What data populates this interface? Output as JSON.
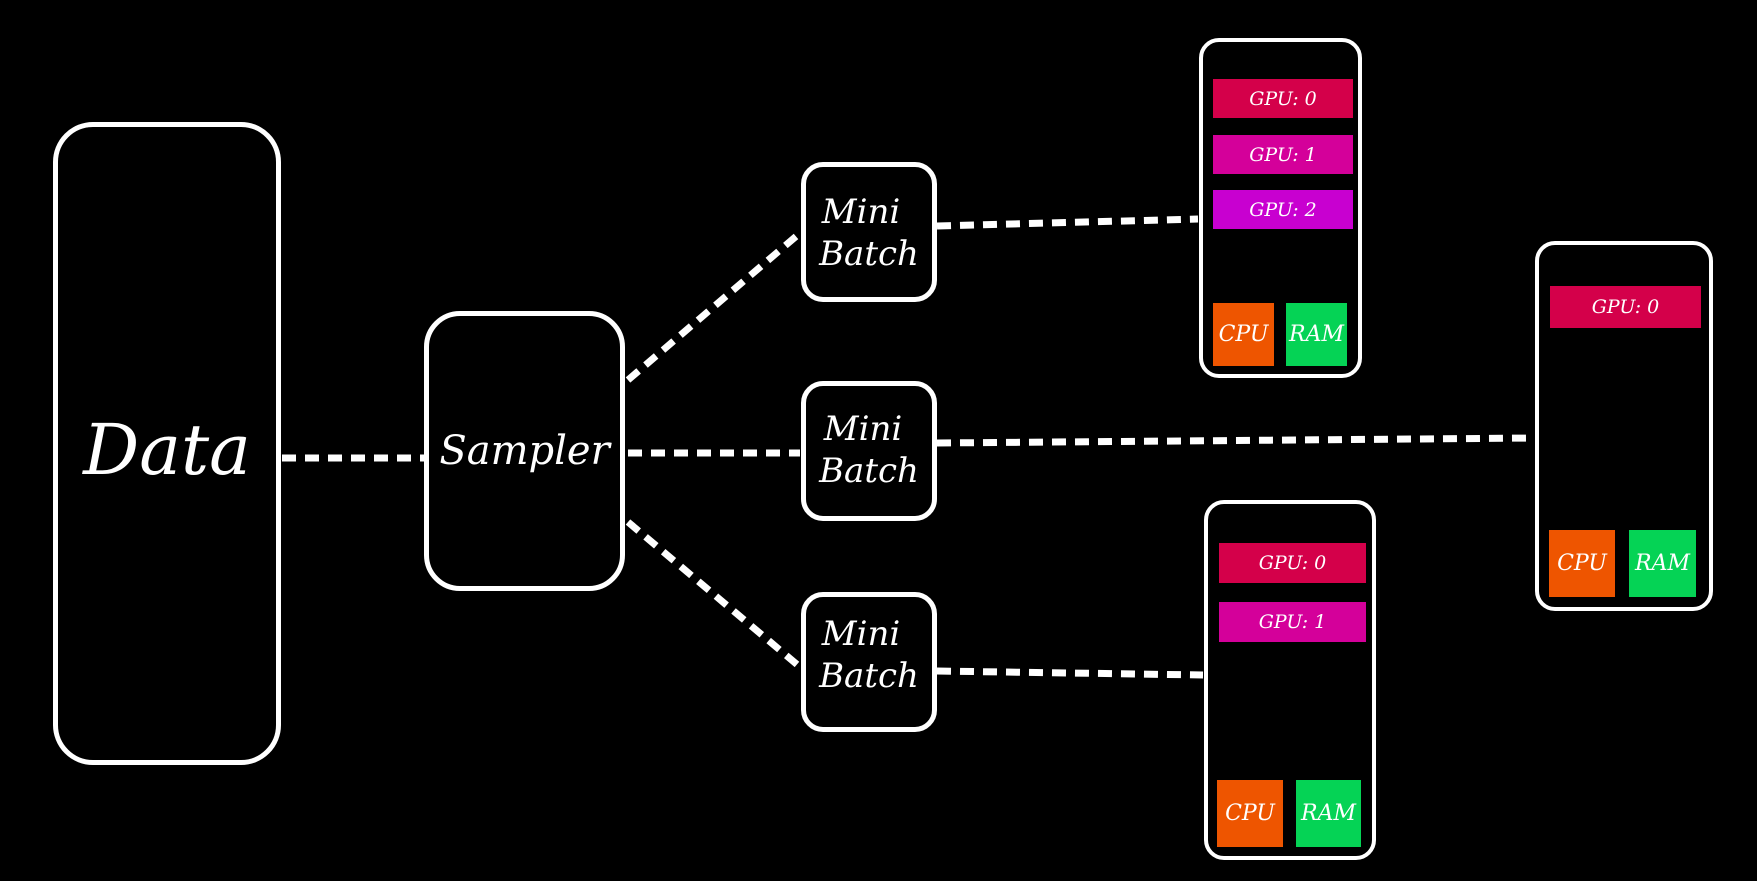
{
  "data_label": "Data",
  "sampler_label": "Sampler",
  "minibatches": [
    {
      "line1": "Mini",
      "line2": "Batch"
    },
    {
      "line1": "Mini",
      "line2": "Batch"
    },
    {
      "line1": "Mini",
      "line2": "Batch"
    }
  ],
  "nodes": [
    {
      "gpus": [
        "GPU: 0",
        "GPU: 1",
        "GPU: 2"
      ],
      "cpu": "CPU",
      "ram": "RAM"
    },
    {
      "gpus": [
        "GPU: 0"
      ],
      "cpu": "CPU",
      "ram": "RAM"
    },
    {
      "gpus": [
        "GPU: 0",
        "GPU: 1"
      ],
      "cpu": "CPU",
      "ram": "RAM"
    }
  ],
  "colors": {
    "background": "#000000",
    "border": "#ffffff",
    "gpu0": "#d4004a",
    "gpu1": "#d4009a",
    "gpu2": "#c800d0",
    "cpu": "#ee5500",
    "ram": "#05d355"
  }
}
